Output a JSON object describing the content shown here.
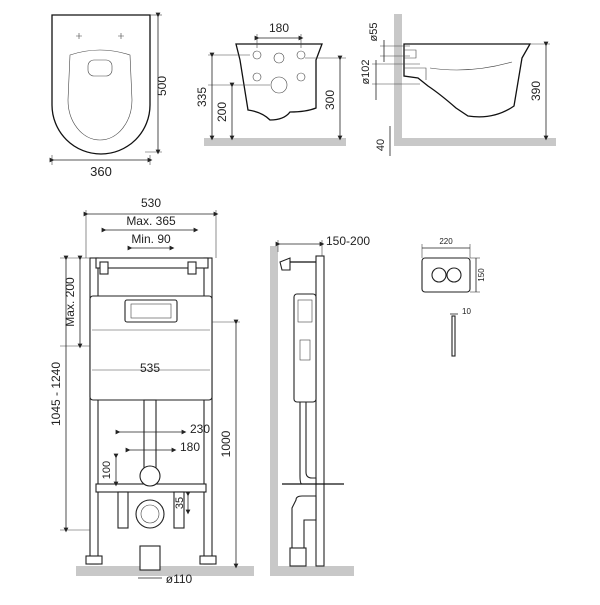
{
  "top_row": {
    "bowl_top": {
      "width": "360",
      "depth": "500"
    },
    "bowl_front": {
      "hole_spacing": "180",
      "height_335": "335",
      "height_200": "200",
      "height_300": "300"
    },
    "bowl_side": {
      "d55": "ø55",
      "d102": "ø102",
      "h390": "390",
      "h40": "40"
    }
  },
  "frame": {
    "width_530": "530",
    "max_365": "Max. 365",
    "min_90": "Min. 90",
    "max_200": "Max. 200",
    "height_range": "1045 - 1240",
    "width_535": "535",
    "dim_230": "230",
    "dim_180": "180",
    "dim_100": "100",
    "dim_35": "35",
    "height_1000": "1000",
    "drain_110": "ø110"
  },
  "frame_side": {
    "depth_range": "150-200"
  },
  "flush_plate": {
    "width": "220",
    "height": "150",
    "depth": "10"
  }
}
